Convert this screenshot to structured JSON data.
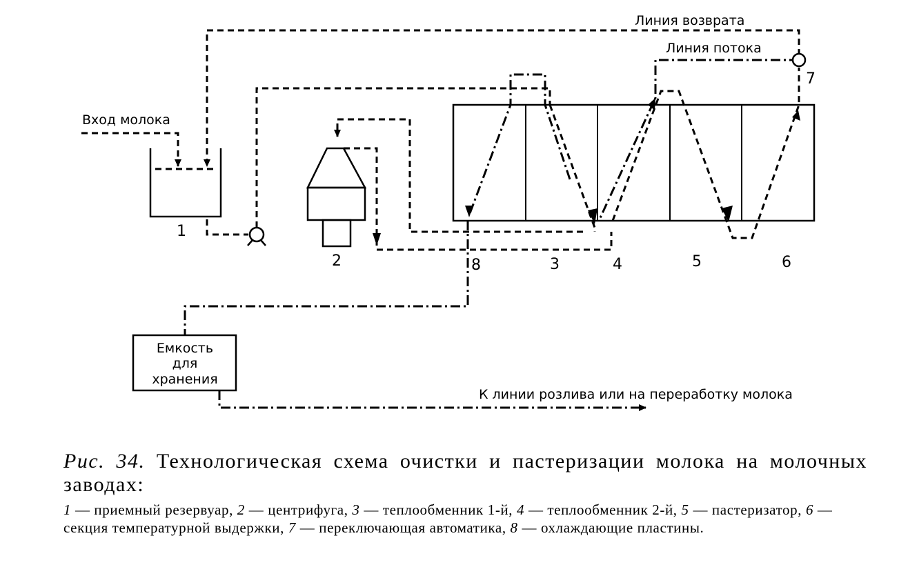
{
  "diagram": {
    "labels": {
      "return_line": "Линия возврата",
      "flow_line": "Линия потока",
      "milk_input": "Вход молока",
      "storage_line1": "Емкость",
      "storage_line2": "для",
      "storage_line3": "хранения",
      "output": "К линии розлива или на переработку молока"
    },
    "numbers": [
      "1",
      "2",
      "3",
      "4",
      "5",
      "6",
      "7",
      "8"
    ]
  },
  "caption": {
    "fig_label": "Рис. 34.",
    "title": "Технологическая схема очистки и пастеризации молока на молочных заводах:",
    "legend": [
      {
        "num": "1",
        "text": "— приемный резервуар,"
      },
      {
        "num": "2",
        "text": "— центрифуга,"
      },
      {
        "num": "3",
        "text": "— теплообменник 1-й,"
      },
      {
        "num": "4",
        "text": "— теплообменник 2-й,"
      },
      {
        "num": "5",
        "text": "— пастеризатор,"
      },
      {
        "num": "6",
        "text": "— секция температурной выдержки,"
      },
      {
        "num": "7",
        "text": "— переключающая автоматика,"
      },
      {
        "num": "8",
        "text": "— охлаждающие пластины."
      }
    ]
  }
}
